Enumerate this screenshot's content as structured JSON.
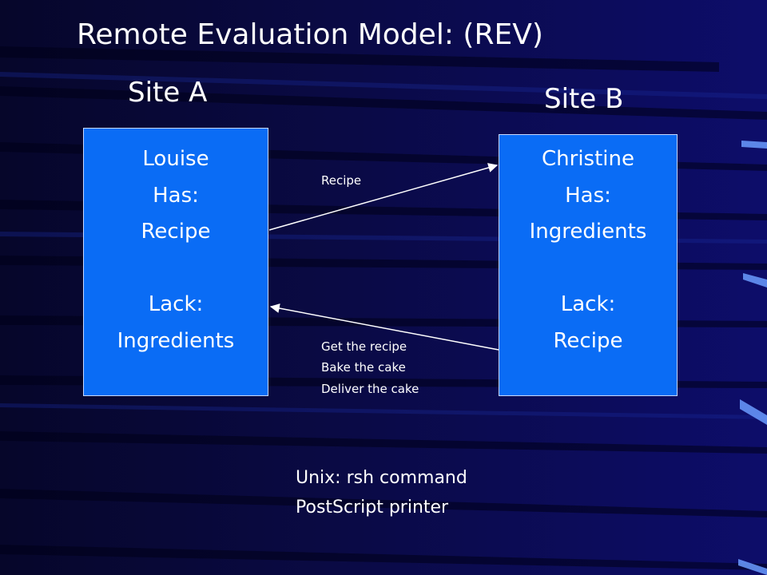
{
  "slide": {
    "title": "Remote Evaluation Model: (REV)",
    "site_a": "Site A",
    "site_b": "Site B"
  },
  "box_a": {
    "name": "Louise",
    "has_label": "Has:",
    "has_item": "Recipe",
    "lack_label": "Lack:",
    "lack_item": "Ingredients"
  },
  "box_b": {
    "name": "Christine",
    "has_label": "Has:",
    "has_item": "Ingredients",
    "lack_label": "Lack:",
    "lack_item": "Recipe"
  },
  "arrows": {
    "to_b_label": "Recipe",
    "to_a_labels": [
      "Get the recipe",
      "Bake the cake",
      "Deliver the cake"
    ]
  },
  "notes": [
    "Unix: rsh command",
    "PostScript printer"
  ],
  "colors": {
    "background": "#0a0a45",
    "box_fill": "#0a6cf5",
    "text": "#ffffff"
  }
}
